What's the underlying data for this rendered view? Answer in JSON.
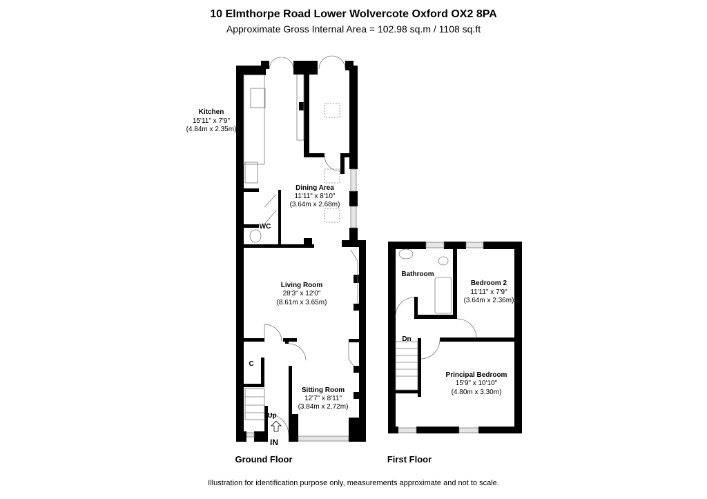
{
  "header": {
    "title": "10 Elmthorpe Road Lower Wolvercote Oxford OX2 8PA",
    "subtitle": "Approximate Gross Internal Area = 102.98 sq.m / 1108 sq.ft"
  },
  "ground_floor": {
    "label": "Ground Floor",
    "rooms": [
      {
        "name": "Kitchen",
        "imperial": "15'11\" x 7'9\"",
        "metric": "(4.84m x 2.35m)"
      },
      {
        "name": "Dining Area",
        "imperial": "11'11\" x 8'10\"",
        "metric": "(3.64m x 2.68m)"
      },
      {
        "name": "Living Room",
        "imperial": "28'3\" x 12'0\"",
        "metric": "(8.61m x 3.65m)"
      },
      {
        "name": "Sitting Room",
        "imperial": "12'7\" x 8'11\"",
        "metric": "(3.84m x 2.72m)"
      }
    ],
    "labels": {
      "wc": "WC",
      "cupboard": "C",
      "stairs_up": "Up",
      "entrance": "IN"
    }
  },
  "first_floor": {
    "label": "First Floor",
    "rooms": [
      {
        "name": "Bathroom"
      },
      {
        "name": "Bedroom 2",
        "imperial": "11'11\" x 7'9\"",
        "metric": "(3.64m x 2.36m)"
      },
      {
        "name": "Principal Bedroom",
        "imperial": "15'9\" x 10'10\"",
        "metric": "(4.80m x 3.30m)"
      }
    ],
    "labels": {
      "stairs_down": "Dn"
    }
  },
  "footer": {
    "disclaimer": "Illustration for identification purpose only, measurements approximate and not to scale."
  },
  "colors": {
    "wall": "#000000",
    "window": "#d8d8d8",
    "fixture": "#888888"
  }
}
